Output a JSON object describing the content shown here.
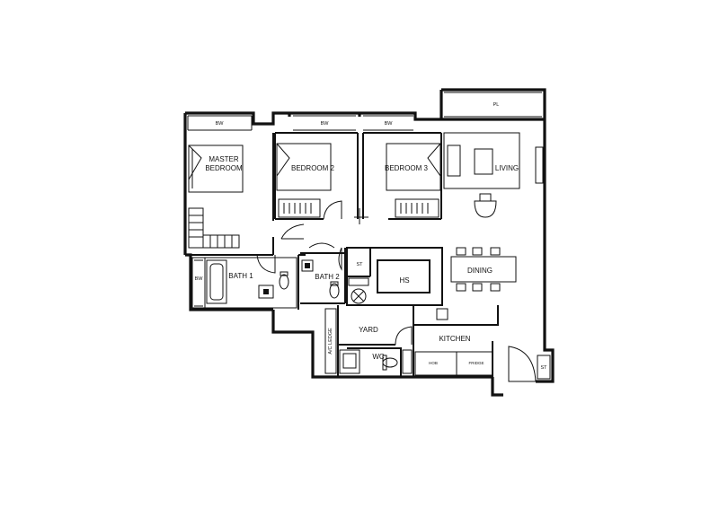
{
  "plan": {
    "rooms": {
      "master_bedroom_line1": "MASTER",
      "master_bedroom_line2": "BEDROOM",
      "bedroom2": "BEDROOM 2",
      "bedroom3": "BEDROOM 3",
      "living": "LIVING",
      "dining": "DINING",
      "bath1": "BATH 1",
      "bath2": "BATH 2",
      "hs": "HS",
      "yard": "YARD",
      "kitchen": "KITCHEN",
      "wc": "WC",
      "ac_ledge": "A/C LEDGE"
    },
    "features": {
      "bw_master": "BW",
      "bw_bedroom2": "BW",
      "bw_bedroom3": "BW",
      "bw_bath1": "BW",
      "pl": "PL",
      "st_store": "ST",
      "st_entrance": "ST",
      "hob": "HOB",
      "fridge": "FRIDGE"
    }
  }
}
